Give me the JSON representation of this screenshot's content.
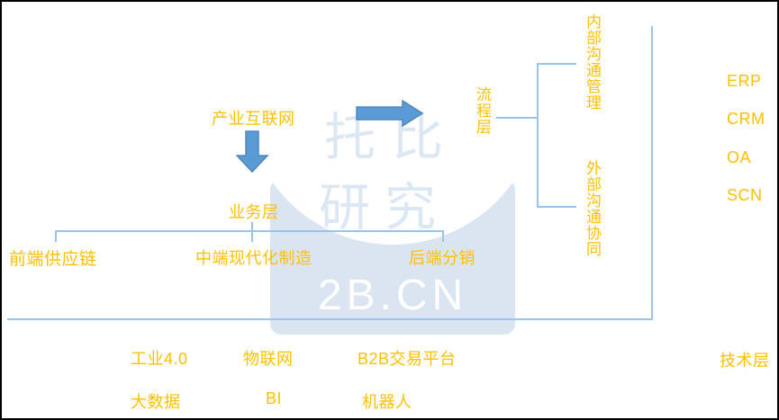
{
  "colors": {
    "label_orange": "#FFC000",
    "arrow_blue_fill": "#5B9BD5",
    "arrow_blue_stroke": "#4F87C0",
    "line_blue": "#9DC3E6",
    "watermark_badge_fill": "#DBE5F2",
    "watermark_outline_text": "#DCE7F4",
    "watermark_badge_text": "#FFFFFF"
  },
  "diagram": {
    "root_label": "产业互联网",
    "business_layer": {
      "label": "业务层",
      "children": [
        {
          "label": "前端供应链"
        },
        {
          "label": "中端现代化制造"
        },
        {
          "label": "后端分销"
        }
      ]
    },
    "process_layer": {
      "label": "流程层",
      "children": [
        {
          "label": "内部沟通管理"
        },
        {
          "label": "外部沟通协同"
        }
      ]
    },
    "systems": [
      "ERP",
      "CRM",
      "OA",
      "SCN"
    ],
    "technology_layer": {
      "label": "技术层",
      "items_row1": [
        "工业4.0",
        "物联网",
        "B2B交易平台"
      ],
      "items_row2": [
        "大数据",
        "BI",
        "机器人"
      ]
    }
  },
  "watermark": {
    "line1": "托比",
    "line2": "研究",
    "badge_text": "2B.CN"
  }
}
